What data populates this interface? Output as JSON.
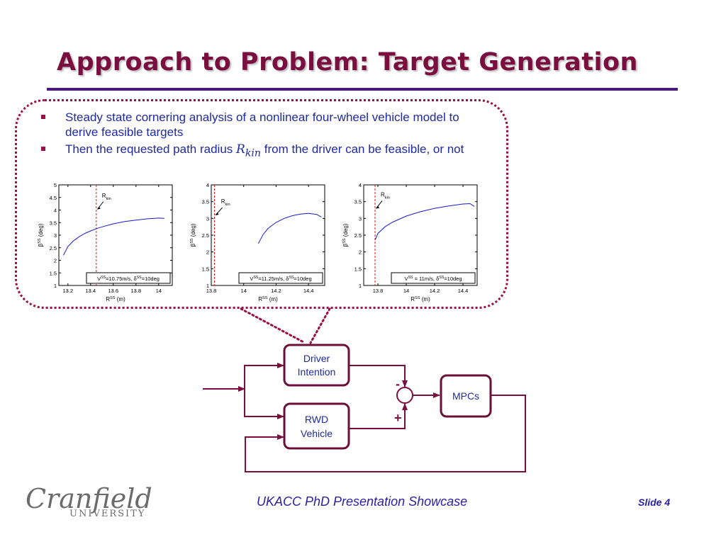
{
  "slide": {
    "title": "Approach to Problem: Target Generation",
    "bullets": [
      {
        "before": "Steady state cornering analysis of a nonlinear four-wheel vehicle model to derive feasible targets",
        "math": "",
        "after": ""
      },
      {
        "before": "Then the requested path radius ",
        "math": "R",
        "math_sub": "kin",
        "after": " from the driver can be feasible, or not"
      }
    ],
    "footer": "UKACC PhD Presentation Showcase",
    "slide_number": "Slide 4",
    "logo": {
      "line1": "Cranfield",
      "line2": "UNIVERSITY"
    }
  },
  "colors": {
    "title": "#7a0f3f",
    "accent": "#9a0f45",
    "rule": "#4a1a7a",
    "text": "#1f2aa0",
    "curve": "#1a1ad0",
    "marker": "#e01010"
  },
  "chart_data": [
    {
      "type": "line",
      "xlabel": "R",
      "xlabel_sup": "SS",
      "xlabel_unit": "(m)",
      "ylabel": "β",
      "ylabel_sup": "SS",
      "ylabel_unit": "(deg)",
      "xlim": [
        13.12,
        14.12
      ],
      "ylim": [
        1,
        5
      ],
      "xticks": [
        "13.2",
        "13.4",
        "13.6",
        "13.8",
        "14"
      ],
      "xtick_values": [
        13.2,
        13.4,
        13.6,
        13.8,
        14.0
      ],
      "yticks": [
        "1",
        "1.5",
        "2",
        "2.5",
        "3",
        "3.5",
        "4",
        "4.5",
        "5"
      ],
      "ytick_values": [
        1,
        1.5,
        2,
        2.5,
        3,
        3.5,
        4,
        4.5,
        5
      ],
      "x": [
        13.16,
        13.2,
        13.25,
        13.3,
        13.35,
        13.4,
        13.45,
        13.5,
        13.6,
        13.7,
        13.8,
        13.9,
        14.0,
        14.05
      ],
      "y": [
        2.2,
        2.55,
        2.78,
        2.94,
        3.07,
        3.17,
        3.26,
        3.33,
        3.45,
        3.54,
        3.6,
        3.65,
        3.68,
        3.67
      ],
      "vline": 13.45,
      "annotation": {
        "text": "R",
        "sub": "kin",
        "x": 13.5,
        "y": 4.5
      },
      "legend": {
        "pre": "V",
        "pre_sup": "SS",
        "mid": "=10.75m/s, δ",
        "mid_sup": "SS",
        "post": "=10deg"
      }
    },
    {
      "type": "line",
      "xlabel": "R",
      "xlabel_sup": "SS",
      "xlabel_unit": "(m)",
      "ylabel": "β",
      "ylabel_sup": "SS",
      "ylabel_unit": "(deg)",
      "xlim": [
        13.8,
        14.5
      ],
      "ylim": [
        1,
        4
      ],
      "xticks": [
        "13.8",
        "14",
        "14.2",
        "14.4"
      ],
      "xtick_values": [
        13.8,
        14.0,
        14.2,
        14.4
      ],
      "yticks": [
        "1",
        "1.5",
        "2",
        "2.5",
        "3",
        "3.5",
        "4"
      ],
      "ytick_values": [
        1,
        1.5,
        2,
        2.5,
        3,
        3.5,
        4
      ],
      "x": [
        14.09,
        14.12,
        14.15,
        14.2,
        14.25,
        14.3,
        14.35,
        14.4,
        14.45,
        14.48
      ],
      "y": [
        2.25,
        2.52,
        2.7,
        2.88,
        3.0,
        3.08,
        3.13,
        3.15,
        3.12,
        3.04
      ],
      "vline": 13.82,
      "annotation": {
        "text": "R",
        "sub": "kin",
        "x": 13.86,
        "y": 3.45
      },
      "legend": {
        "pre": "V",
        "pre_sup": "SS",
        "mid": "=11.25m/s, δ",
        "mid_sup": "SS",
        "post": "=10deg"
      }
    },
    {
      "type": "line",
      "xlabel": "R",
      "xlabel_sup": "SS",
      "xlabel_unit": "(m)",
      "ylabel": "β",
      "ylabel_sup": "SS",
      "ylabel_unit": "(deg)",
      "xlim": [
        13.7,
        14.5
      ],
      "ylim": [
        1,
        4
      ],
      "xticks": [
        "13.8",
        "14",
        "14.2",
        "14.4"
      ],
      "xtick_values": [
        13.8,
        14.0,
        14.2,
        14.4
      ],
      "yticks": [
        "1",
        "1.5",
        "2",
        "2.5",
        "3",
        "3.5",
        "4"
      ],
      "ytick_values": [
        1,
        1.5,
        2,
        2.5,
        3,
        3.5,
        4
      ],
      "x": [
        13.78,
        13.8,
        13.85,
        13.9,
        14.0,
        14.1,
        14.2,
        14.3,
        14.4,
        14.45,
        14.48
      ],
      "y": [
        2.35,
        2.55,
        2.75,
        2.88,
        3.07,
        3.2,
        3.3,
        3.37,
        3.43,
        3.44,
        3.36
      ],
      "vline": 13.78,
      "annotation": {
        "text": "R",
        "sub": "kin",
        "x": 13.82,
        "y": 3.65
      },
      "legend": {
        "pre": "V",
        "pre_sup": "SS",
        "mid": " = 11m/s, δ",
        "mid_sup": "SS",
        "post": "=10deg"
      }
    }
  ],
  "diagram": {
    "nodes": [
      {
        "id": "driver",
        "line1": "Driver",
        "line2": "Intention"
      },
      {
        "id": "rwd",
        "line1": "RWD",
        "line2": "Vehicle"
      },
      {
        "id": "mpcs",
        "line1": "MPCs",
        "line2": ""
      }
    ],
    "sum_minus": "-",
    "sum_plus": "+"
  }
}
